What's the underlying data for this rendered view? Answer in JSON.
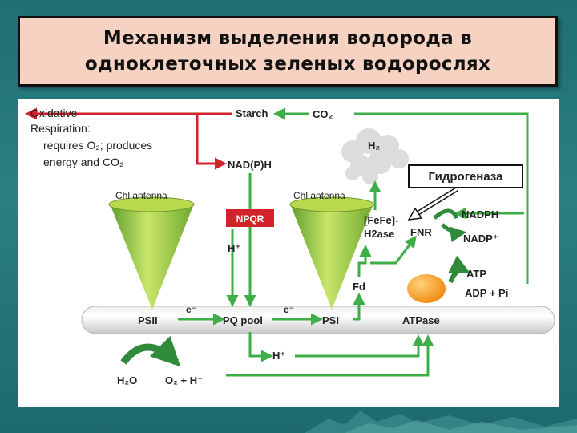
{
  "title": {
    "line1": "Механизм выделения водорода в",
    "line2": "одноклеточных зеленых водорослях"
  },
  "diagram": {
    "respiration": {
      "line1": "Oxidative",
      "line2": "Respiration:",
      "line3": "requires O₂; produces",
      "line4": "energy and CO₂"
    },
    "starch": "Starch",
    "co2": "CO₂",
    "h2": "H₂",
    "nadph_top": "NAD(P)H",
    "npqr": "NPQR",
    "chl_left": "Chl antenna",
    "chl_right": "Chl antenna",
    "hplus_mid": "H⁺",
    "fefe_line1": "[FeFe]-",
    "fefe_line2": "H2ase",
    "fnr": "FNR",
    "nadph_right": "NADPH",
    "nadp_plus": "NADP⁺",
    "fd": "Fd",
    "atp": "ATP",
    "adp": "ADP + Pi",
    "psii": "PSII",
    "e_left": "e⁻",
    "pq_pool": "PQ pool",
    "e_right": "e⁻",
    "psi": "PSI",
    "atpase": "ATPase",
    "hplus_low": "H⁺",
    "h2o": "H₂O",
    "o2_hplus": "O₂ + H⁺"
  },
  "callout": "Гидрогеназа",
  "colors": {
    "green": "#3fae49",
    "red": "#d2232a",
    "dark_green": "#3b8f2a",
    "orange": "#f39c1f"
  }
}
